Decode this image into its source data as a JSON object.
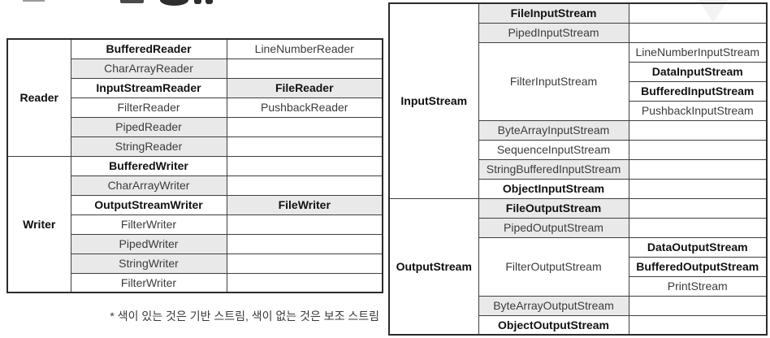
{
  "caption": "* 색이 있는 것은 기반 스트림, 색이 없는 것은 보조 스트림",
  "colors": {
    "shaded_cell": "#e9e9e9",
    "border": "#3e3e3e",
    "text": "#3c3c3c",
    "bold_text": "#121212"
  },
  "reader_writer_table": {
    "reader": {
      "label": "Reader",
      "rows": [
        {
          "main": "BufferedReader",
          "sub": "LineNumberReader"
        },
        {
          "main": "CharArrayReader",
          "sub": ""
        },
        {
          "main": "InputStreamReader",
          "sub": "FileReader"
        },
        {
          "main": "FilterReader",
          "sub": "PushbackReader"
        },
        {
          "main": "PipedReader",
          "sub": ""
        },
        {
          "main": "StringReader",
          "sub": ""
        }
      ]
    },
    "writer": {
      "label": "Writer",
      "rows": [
        {
          "main": "BufferedWriter",
          "sub": ""
        },
        {
          "main": "CharArrayWriter",
          "sub": ""
        },
        {
          "main": "OutputStreamWriter",
          "sub": "FileWriter"
        },
        {
          "main": "FilterWriter",
          "sub": ""
        },
        {
          "main": "PipedWriter",
          "sub": ""
        },
        {
          "main": "StringWriter",
          "sub": ""
        },
        {
          "main": "FilterWriter",
          "sub": ""
        }
      ]
    }
  },
  "stream_table": {
    "input": {
      "label": "InputStream",
      "rows_top": [
        {
          "main": "FileInputStream",
          "sub": ""
        },
        {
          "main": "PipedInputStream",
          "sub": ""
        }
      ],
      "filter": {
        "main": "FilterInputStream",
        "subs": [
          "LineNumberInputStream",
          "DataInputStream",
          "BufferedInputStream",
          "PushbackInputStream"
        ]
      },
      "rows_bottom": [
        {
          "main": "ByteArrayInputStream",
          "sub": ""
        },
        {
          "main": "SequenceInputStream",
          "sub": ""
        },
        {
          "main": "StringBufferedInputStream",
          "sub": ""
        },
        {
          "main": "ObjectInputStream",
          "sub": ""
        }
      ]
    },
    "output": {
      "label": "OutputStream",
      "rows_top": [
        {
          "main": "FileOutputStream",
          "sub": ""
        },
        {
          "main": "PipedOutputStream",
          "sub": ""
        }
      ],
      "filter": {
        "main": "FilterOutputStream",
        "subs": [
          "DataOutputStream",
          "BufferedOutputStream",
          "PrintStream"
        ]
      },
      "rows_bottom": [
        {
          "main": "ByteArrayOutputStream",
          "sub": ""
        },
        {
          "main": "ObjectOutputStream",
          "sub": ""
        }
      ]
    }
  }
}
